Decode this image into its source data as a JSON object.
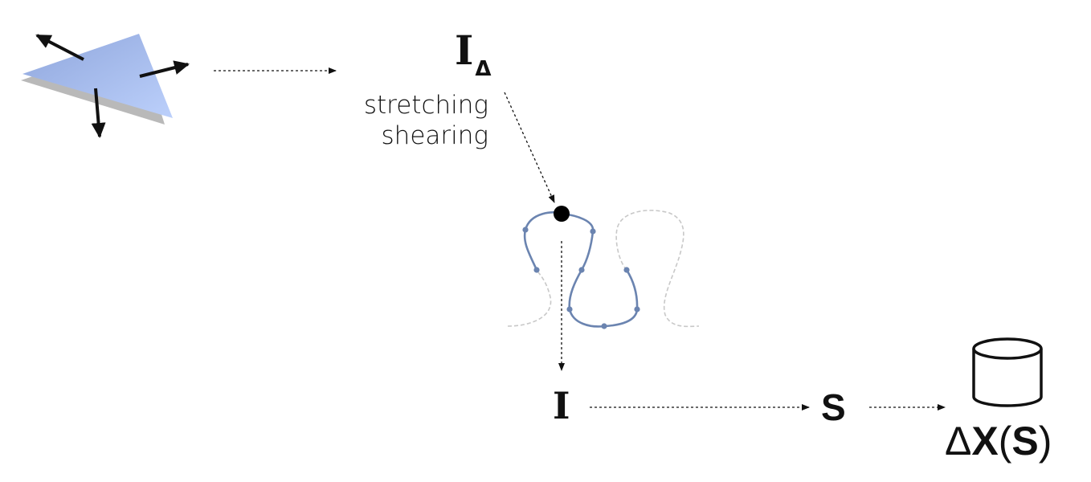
{
  "labels": {
    "i_delta_main": "I",
    "i_delta_sub": "Δ",
    "stretching": "stretching",
    "shearing": "shearing",
    "i": "I",
    "s": "S",
    "delta_symbol": "Δ",
    "x_symbol": "X",
    "open_paren": "(",
    "s_inner": "S",
    "close_paren": ")"
  },
  "colors": {
    "triangle_fill_start": "#8fa6dc",
    "triangle_fill_end": "#bcd0fb",
    "triangle_shadow": "#b9b9b9",
    "curve": "#6b84b0",
    "ghost_curve": "#c8c8c8",
    "arrow": "#111111"
  },
  "icons": {
    "database": "cylinder-icon"
  }
}
